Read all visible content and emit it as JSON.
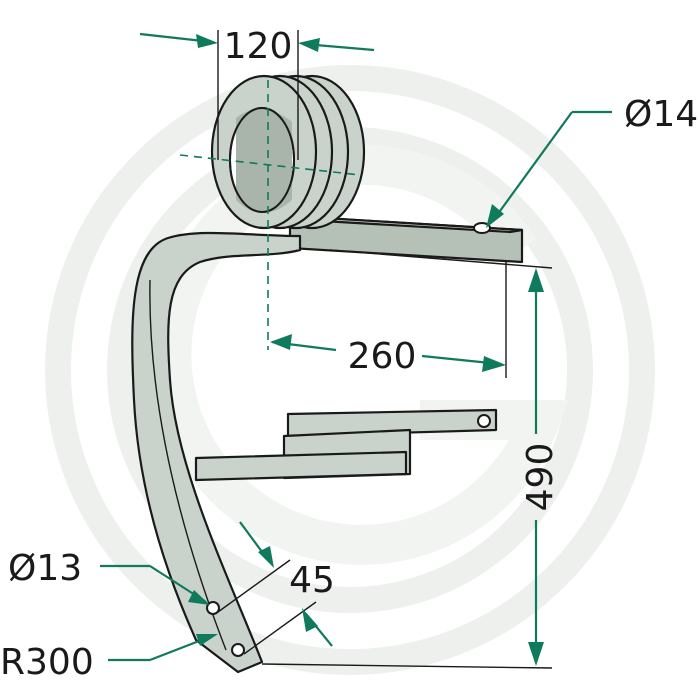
{
  "dimensions": {
    "coil_width": "120",
    "hole_top": "Ø14",
    "length_horizontal": "260",
    "height": "490",
    "hole_bottom": "Ø13",
    "hole_spacing": "45",
    "radius": "R300"
  },
  "colors": {
    "dimension_lines": "#0f7a5c",
    "steel_fill": "#c9d3cb",
    "outline": "#1a1a1a",
    "watermark": "#eef0ee"
  }
}
